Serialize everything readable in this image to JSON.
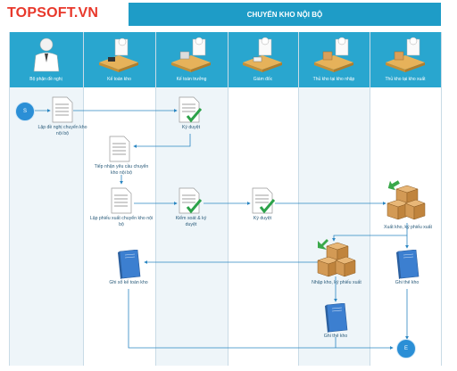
{
  "logo": "TOPSOFT.VN",
  "title": "CHUYỂN KHO NỘI BỘ",
  "roles": [
    "Bộ phận đề nghị",
    "Kế toán kho",
    "Kế toán trưởng",
    "Giám đốc",
    "Thủ kho tại kho nhập",
    "Thủ kho tại kho xuất"
  ],
  "steps": {
    "start": "S",
    "end": "E",
    "request": "Lập đề nghị chuyển kho nội bộ",
    "approve1": "Ký duyệt",
    "receive": "Tiếp nhận yêu cầu chuyển kho nội bộ",
    "create_slip": "Lập phiếu xuất chuyển kho nội bộ",
    "check_sign": "Kiểm soát & ký duyệt",
    "approve2": "Ký duyệt",
    "export": "Xuất kho, ký phiếu xuất",
    "import": "Nhập kho, ký phiếu xuất",
    "ledger": "Ghi sổ kế toán kho",
    "card_export": "Ghi thẻ kho",
    "card_import": "Ghi thẻ kho"
  }
}
